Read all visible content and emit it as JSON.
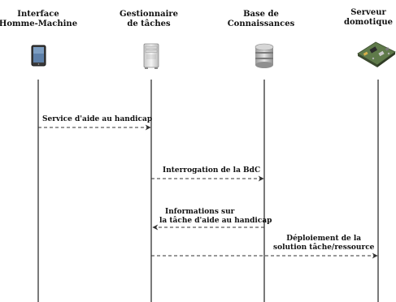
{
  "actors": [
    {
      "id": "ihm",
      "title_line1": "Interface",
      "title_line2": "Homme-Machine",
      "icon": "tablet-icon"
    },
    {
      "id": "gt",
      "title_line1": "Gestionnaire",
      "title_line2": "de tâches",
      "icon": "server-tower-icon"
    },
    {
      "id": "bdc",
      "title_line1": "Base de",
      "title_line2": "Connaissances",
      "icon": "database-icon"
    },
    {
      "id": "srv",
      "title_line1": "Serveur",
      "title_line2": "domotique",
      "icon": "circuit-board-icon"
    }
  ],
  "messages": [
    {
      "from": "ihm",
      "to": "gt",
      "line1": "Service d'aide au handicap",
      "line2": ""
    },
    {
      "from": "gt",
      "to": "bdc",
      "line1": "Interrogation de la BdC",
      "line2": ""
    },
    {
      "from": "bdc",
      "to": "gt",
      "line1": "Informations sur",
      "line2": "la tâche d'aide au handicap"
    },
    {
      "from": "gt",
      "to": "srv",
      "line1": "Déploiement de la",
      "line2": "solution tâche/ressource"
    }
  ],
  "colors": {
    "lifeline": "#222222",
    "arrow": "#444444",
    "text": "#111111"
  }
}
